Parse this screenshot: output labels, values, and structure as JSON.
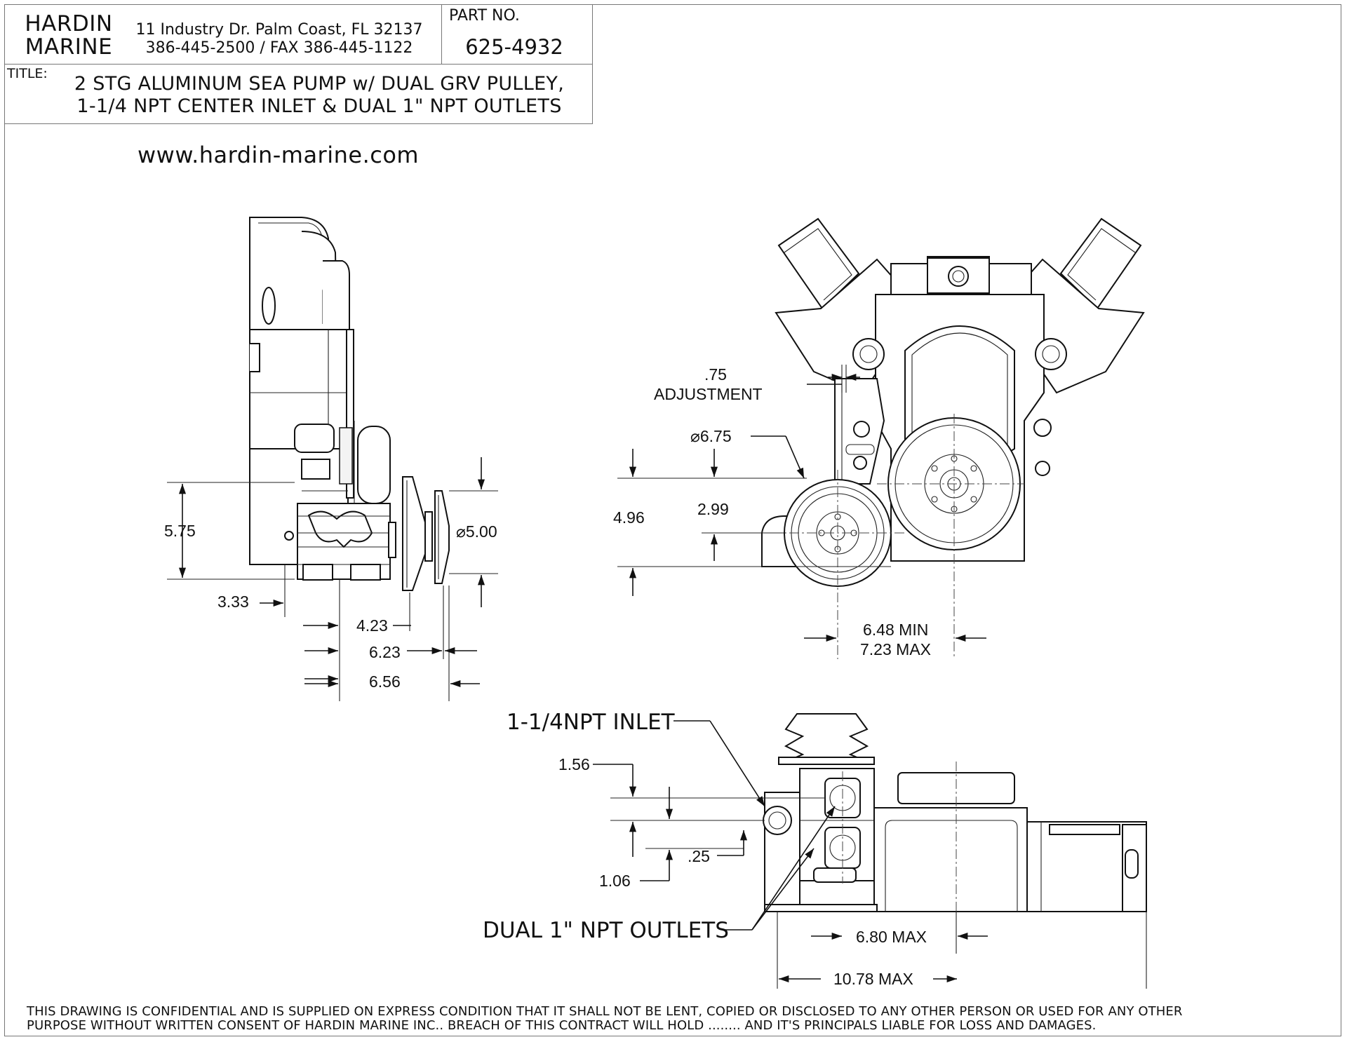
{
  "title_block": {
    "company_line1": "HARDIN",
    "company_line2": "MARINE",
    "address_line1": "11 Industry Dr. Palm Coast, FL 32137",
    "address_line2": "386-445-2500 / FAX 386-445-1122",
    "part_label": "PART NO.",
    "part_number": "625-4932",
    "title_label": "TITLE:",
    "title_line1": "2 STG ALUMINUM SEA PUMP w/ DUAL GRV PULLEY,",
    "title_line2": "1-1/4 NPT CENTER INLET & DUAL 1\" NPT OUTLETS"
  },
  "website": "www.hardin-marine.com",
  "side_view": {
    "dim_height": "5.75",
    "dim_3_33": "3.33",
    "dim_4_23": "4.23",
    "dim_6_23": "6.23",
    "dim_6_56": "6.56",
    "dim_pulley_dia": "⌀5.00"
  },
  "front_view": {
    "dim_adjust_value": ".75",
    "dim_adjust_label": "ADJUSTMENT",
    "dim_pulley_dia": "⌀6.75",
    "dim_4_96": "4.96",
    "dim_2_99": "2.99",
    "dim_min": "6.48 MIN",
    "dim_max": "7.23 MAX"
  },
  "top_view": {
    "inlet_label": "1-1/4NPT INLET",
    "outlets_label": "DUAL 1\" NPT OUTLETS",
    "dim_1_56": "1.56",
    "dim_0_25": ".25",
    "dim_1_06": "1.06",
    "dim_6_80": "6.80 MAX",
    "dim_10_78": "10.78 MAX"
  },
  "footer": {
    "line1": "THIS DRAWING IS CONFIDENTIAL AND IS SUPPLIED ON EXPRESS CONDITION THAT IT SHALL NOT BE LENT, COPIED OR DISCLOSED TO ANY OTHER PERSON OR USED FOR ANY OTHER",
    "line2": "PURPOSE WITHOUT WRITTEN  CONSENT OF HARDIN MARINE INC.. BREACH OF THIS CONTRACT WILL HOLD ........ AND IT'S PRINCIPALS LIABLE FOR LOSS AND DAMAGES."
  }
}
